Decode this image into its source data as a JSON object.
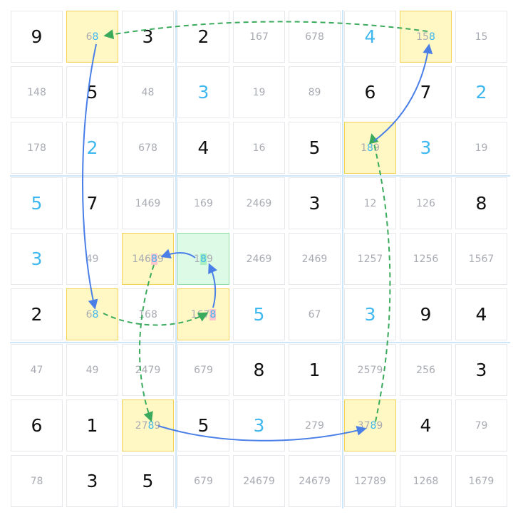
{
  "colors": {
    "given": "#111111",
    "solved": "#3fb7ef",
    "candidate": "#a9abb3",
    "highlight_yellow": "#fff8c4",
    "highlight_green": "#dcfae6",
    "strong_link": "#4a7fe8",
    "weak_link": "#3aaa5c"
  },
  "highlight_digit": "8",
  "grid": [
    [
      {
        "v": "9",
        "t": "given"
      },
      {
        "v": "68",
        "t": "cand",
        "bg": "yellow",
        "m": "8"
      },
      {
        "v": "3",
        "t": "given"
      },
      {
        "v": "2",
        "t": "given"
      },
      {
        "v": "167",
        "t": "cand"
      },
      {
        "v": "678",
        "t": "cand"
      },
      {
        "v": "4",
        "t": "solved"
      },
      {
        "v": "158",
        "t": "cand",
        "bg": "yellow",
        "m": "8"
      },
      {
        "v": "15",
        "t": "cand"
      }
    ],
    [
      {
        "v": "148",
        "t": "cand"
      },
      {
        "v": "5",
        "t": "given"
      },
      {
        "v": "48",
        "t": "cand"
      },
      {
        "v": "3",
        "t": "solved"
      },
      {
        "v": "19",
        "t": "cand"
      },
      {
        "v": "89",
        "t": "cand"
      },
      {
        "v": "6",
        "t": "given"
      },
      {
        "v": "7",
        "t": "given"
      },
      {
        "v": "2",
        "t": "solved"
      }
    ],
    [
      {
        "v": "178",
        "t": "cand"
      },
      {
        "v": "2",
        "t": "solved"
      },
      {
        "v": "678",
        "t": "cand"
      },
      {
        "v": "4",
        "t": "given"
      },
      {
        "v": "16",
        "t": "cand"
      },
      {
        "v": "5",
        "t": "given"
      },
      {
        "v": "189",
        "t": "cand",
        "bg": "yellow",
        "m": "8"
      },
      {
        "v": "3",
        "t": "solved"
      },
      {
        "v": "19",
        "t": "cand"
      }
    ],
    [
      {
        "v": "5",
        "t": "solved"
      },
      {
        "v": "7",
        "t": "given"
      },
      {
        "v": "1469",
        "t": "cand"
      },
      {
        "v": "169",
        "t": "cand"
      },
      {
        "v": "2469",
        "t": "cand"
      },
      {
        "v": "3",
        "t": "given"
      },
      {
        "v": "12",
        "t": "cand"
      },
      {
        "v": "126",
        "t": "cand"
      },
      {
        "v": "8",
        "t": "given"
      }
    ],
    [
      {
        "v": "3",
        "t": "solved"
      },
      {
        "v": "49",
        "t": "cand"
      },
      {
        "v": "14689",
        "t": "cand",
        "bg": "yellow",
        "m": "8",
        "mbg": "pink"
      },
      {
        "v": "189",
        "t": "cand",
        "bg": "green",
        "m": "8",
        "mbg": "gbg"
      },
      {
        "v": "2469",
        "t": "cand"
      },
      {
        "v": "2469",
        "t": "cand"
      },
      {
        "v": "1257",
        "t": "cand"
      },
      {
        "v": "1256",
        "t": "cand"
      },
      {
        "v": "1567",
        "t": "cand"
      }
    ],
    [
      {
        "v": "2",
        "t": "given"
      },
      {
        "v": "68",
        "t": "cand",
        "bg": "yellow",
        "m": "8"
      },
      {
        "v": "168",
        "t": "cand"
      },
      {
        "v": "1678",
        "t": "cand",
        "bg": "yellow",
        "m": "8",
        "mbg": "pink"
      },
      {
        "v": "5",
        "t": "solved"
      },
      {
        "v": "67",
        "t": "cand"
      },
      {
        "v": "3",
        "t": "solved"
      },
      {
        "v": "9",
        "t": "given"
      },
      {
        "v": "4",
        "t": "given"
      }
    ],
    [
      {
        "v": "47",
        "t": "cand"
      },
      {
        "v": "49",
        "t": "cand"
      },
      {
        "v": "2479",
        "t": "cand"
      },
      {
        "v": "679",
        "t": "cand"
      },
      {
        "v": "8",
        "t": "given"
      },
      {
        "v": "1",
        "t": "given"
      },
      {
        "v": "2579",
        "t": "cand"
      },
      {
        "v": "256",
        "t": "cand"
      },
      {
        "v": "3",
        "t": "given"
      }
    ],
    [
      {
        "v": "6",
        "t": "given"
      },
      {
        "v": "1",
        "t": "given"
      },
      {
        "v": "2789",
        "t": "cand",
        "bg": "yellow",
        "m": "8"
      },
      {
        "v": "5",
        "t": "given"
      },
      {
        "v": "3",
        "t": "solved"
      },
      {
        "v": "279",
        "t": "cand"
      },
      {
        "v": "3789",
        "t": "cand",
        "bg": "yellow",
        "m": "8"
      },
      {
        "v": "4",
        "t": "given"
      },
      {
        "v": "79",
        "t": "cand"
      }
    ],
    [
      {
        "v": "78",
        "t": "cand"
      },
      {
        "v": "3",
        "t": "given"
      },
      {
        "v": "5",
        "t": "given"
      },
      {
        "v": "679",
        "t": "cand"
      },
      {
        "v": "24679",
        "t": "cand"
      },
      {
        "v": "24679",
        "t": "cand"
      },
      {
        "v": "12789",
        "t": "cand"
      },
      {
        "v": "1268",
        "t": "cand"
      },
      {
        "v": "1679",
        "t": "cand"
      }
    ]
  ]
}
